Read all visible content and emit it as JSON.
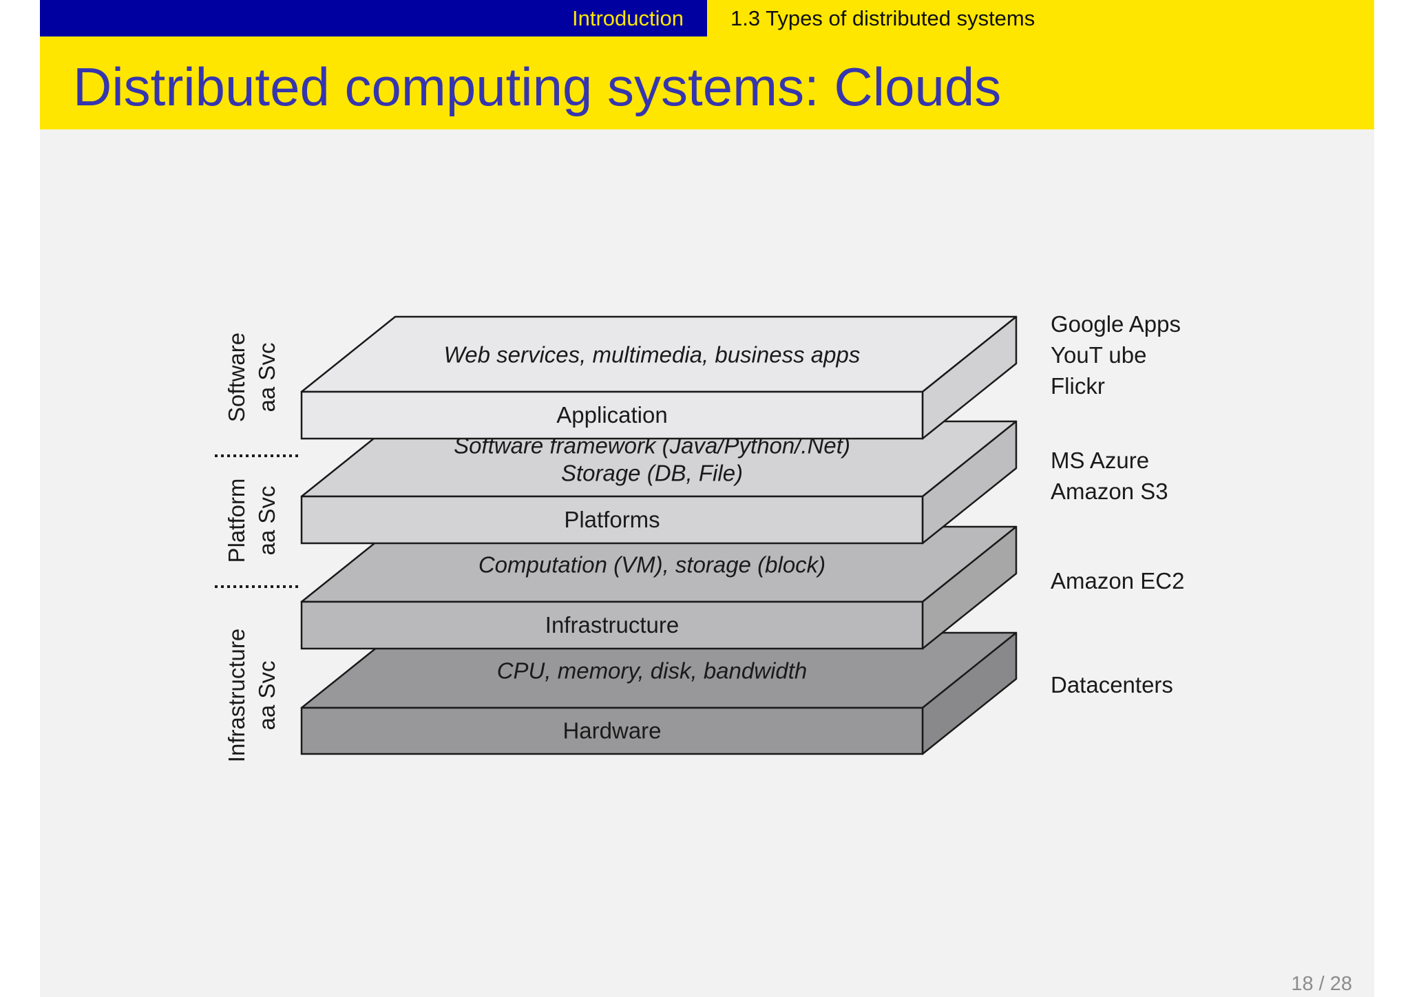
{
  "header": {
    "section": "Introduction",
    "subsection": "1.3 Types of distributed systems"
  },
  "title": "Distributed computing systems: Clouds",
  "diagram": {
    "layers": [
      {
        "top_text": [
          "Web services, multimedia, business apps"
        ],
        "front_label": "Application",
        "color": "#e8e8ea"
      },
      {
        "top_text": [
          "Software framework (Java/Python/.Net)",
          "Storage (DB, File)"
        ],
        "front_label": "Platforms",
        "color": "#d3d3d5"
      },
      {
        "top_text": [
          "Computation (VM), storage (block)"
        ],
        "front_label": "Infrastructure",
        "color": "#b9b9bb"
      },
      {
        "top_text": [
          "CPU, memory, disk, bandwidth"
        ],
        "front_label": "Hardware",
        "color": "#98989a"
      }
    ],
    "service_groups": [
      {
        "line1": "Software",
        "line2": "aa Svc"
      },
      {
        "line1": "Platform",
        "line2": "aa Svc"
      },
      {
        "line1": "Infrastructure",
        "line2": "aa Svc"
      }
    ],
    "examples": [
      [
        "Google  Apps",
        "YouT ube",
        "Flickr"
      ],
      [
        "MS Azure",
        "Amazon S3"
      ],
      [
        "Amazon EC2"
      ],
      [
        "Datacenters"
      ]
    ]
  },
  "page": "18 / 28"
}
